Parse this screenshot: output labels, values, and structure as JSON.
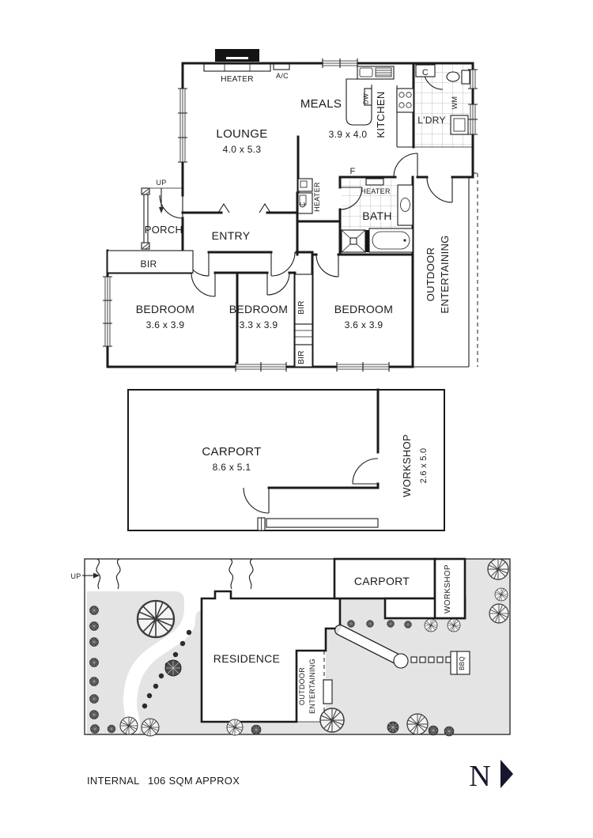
{
  "floor_plan": {
    "lounge": "LOUNGE",
    "lounge_dims": "4.0 x 5.3",
    "meals": "MEALS",
    "meals_dims": "3.9 x 4.0",
    "kitchen": "KITCHEN",
    "laundry": "L'DRY",
    "bath": "BATH",
    "entry": "ENTRY",
    "porch": "PORCH",
    "bed1": "BEDROOM",
    "bed1_dims": "3.6 x 3.9",
    "bed2": "BEDROOM",
    "bed2_dims": "3.3 x 3.9",
    "bed3": "BEDROOM",
    "bed3_dims": "3.6 x 3.9",
    "outdoor1": "OUTDOOR",
    "outdoor2": "ENTERTAINING",
    "heater": "HEATER",
    "ac": "A/C",
    "dw": "DW",
    "wm": "WM",
    "cupboard": "C",
    "fridge": "F",
    "up": "UP",
    "bir": "BIR"
  },
  "garage_plan": {
    "carport": "CARPORT",
    "carport_dims": "8.6 x 5.1",
    "workshop": "WORKSHOP",
    "workshop_dims": "2.6 x 5.0"
  },
  "site_plan": {
    "residence": "RESIDENCE",
    "carport": "CARPORT",
    "workshop": "WORKSHOP",
    "outdoor1": "OUTDOOR",
    "outdoor2": "ENTERTAINING",
    "bbq": "BBQ",
    "up": "UP"
  },
  "footer": {
    "internal": "INTERNAL",
    "area": "106 SQM APPROX",
    "north": "N"
  },
  "colors": {
    "line": "#1b1b1b",
    "fill_gray": "#e4e4e4",
    "north_navy": "#16162f"
  }
}
